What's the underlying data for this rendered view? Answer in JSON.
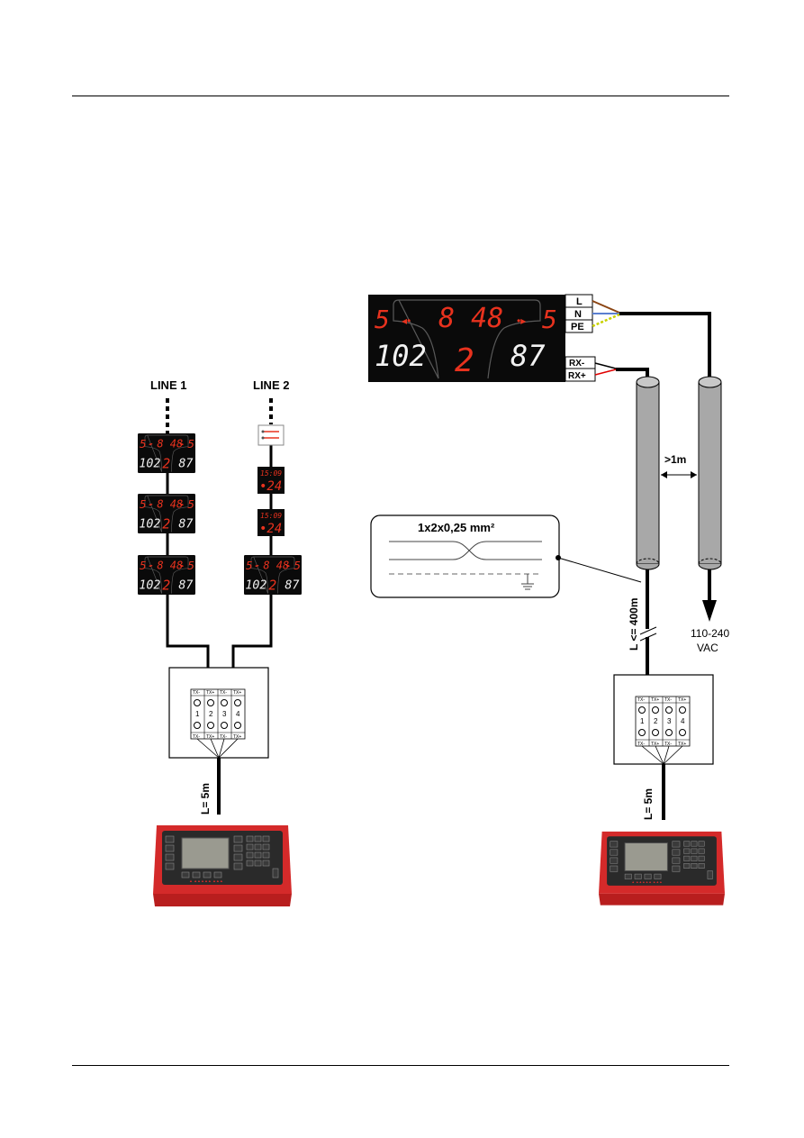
{
  "labels": {
    "line1": "LINE 1",
    "line2": "LINE 2",
    "cable_spec": "1x2x0,25 mm²",
    "separation": ">1m",
    "long_length": "L <= 400m",
    "short_length": "L= 5m",
    "voltage_line1": "110-240",
    "voltage_line2": "VAC"
  },
  "power_terminals": [
    "L",
    "N",
    "PE"
  ],
  "data_terminals": [
    "RX-",
    "RX+"
  ],
  "junction_box": {
    "top_labels": [
      "TX-",
      "TX+",
      "TX-",
      "TX+"
    ],
    "bottom_labels": [
      "TX-",
      "TX+",
      "TX-",
      "TX+"
    ],
    "numbers": [
      "1",
      "2",
      "3",
      "4"
    ]
  },
  "scoreboard": {
    "left_score": "5",
    "time": "8 48",
    "right_score": "5",
    "home": "102",
    "period": "2",
    "guest": "87"
  },
  "shot_clock": {
    "time": "15:09",
    "shot": "24"
  },
  "colors": {
    "display_bg": "#0a0a0a",
    "led_red": "#e8321e",
    "led_white": "#f2f2f2",
    "console_red": "#d42a2a",
    "cable_gray": "#a8a8a8",
    "wire_brown": "#8b4513",
    "wire_blue": "#5a7fd0",
    "wire_yellow_green": "#c8d000",
    "wire_red": "#e00000"
  }
}
